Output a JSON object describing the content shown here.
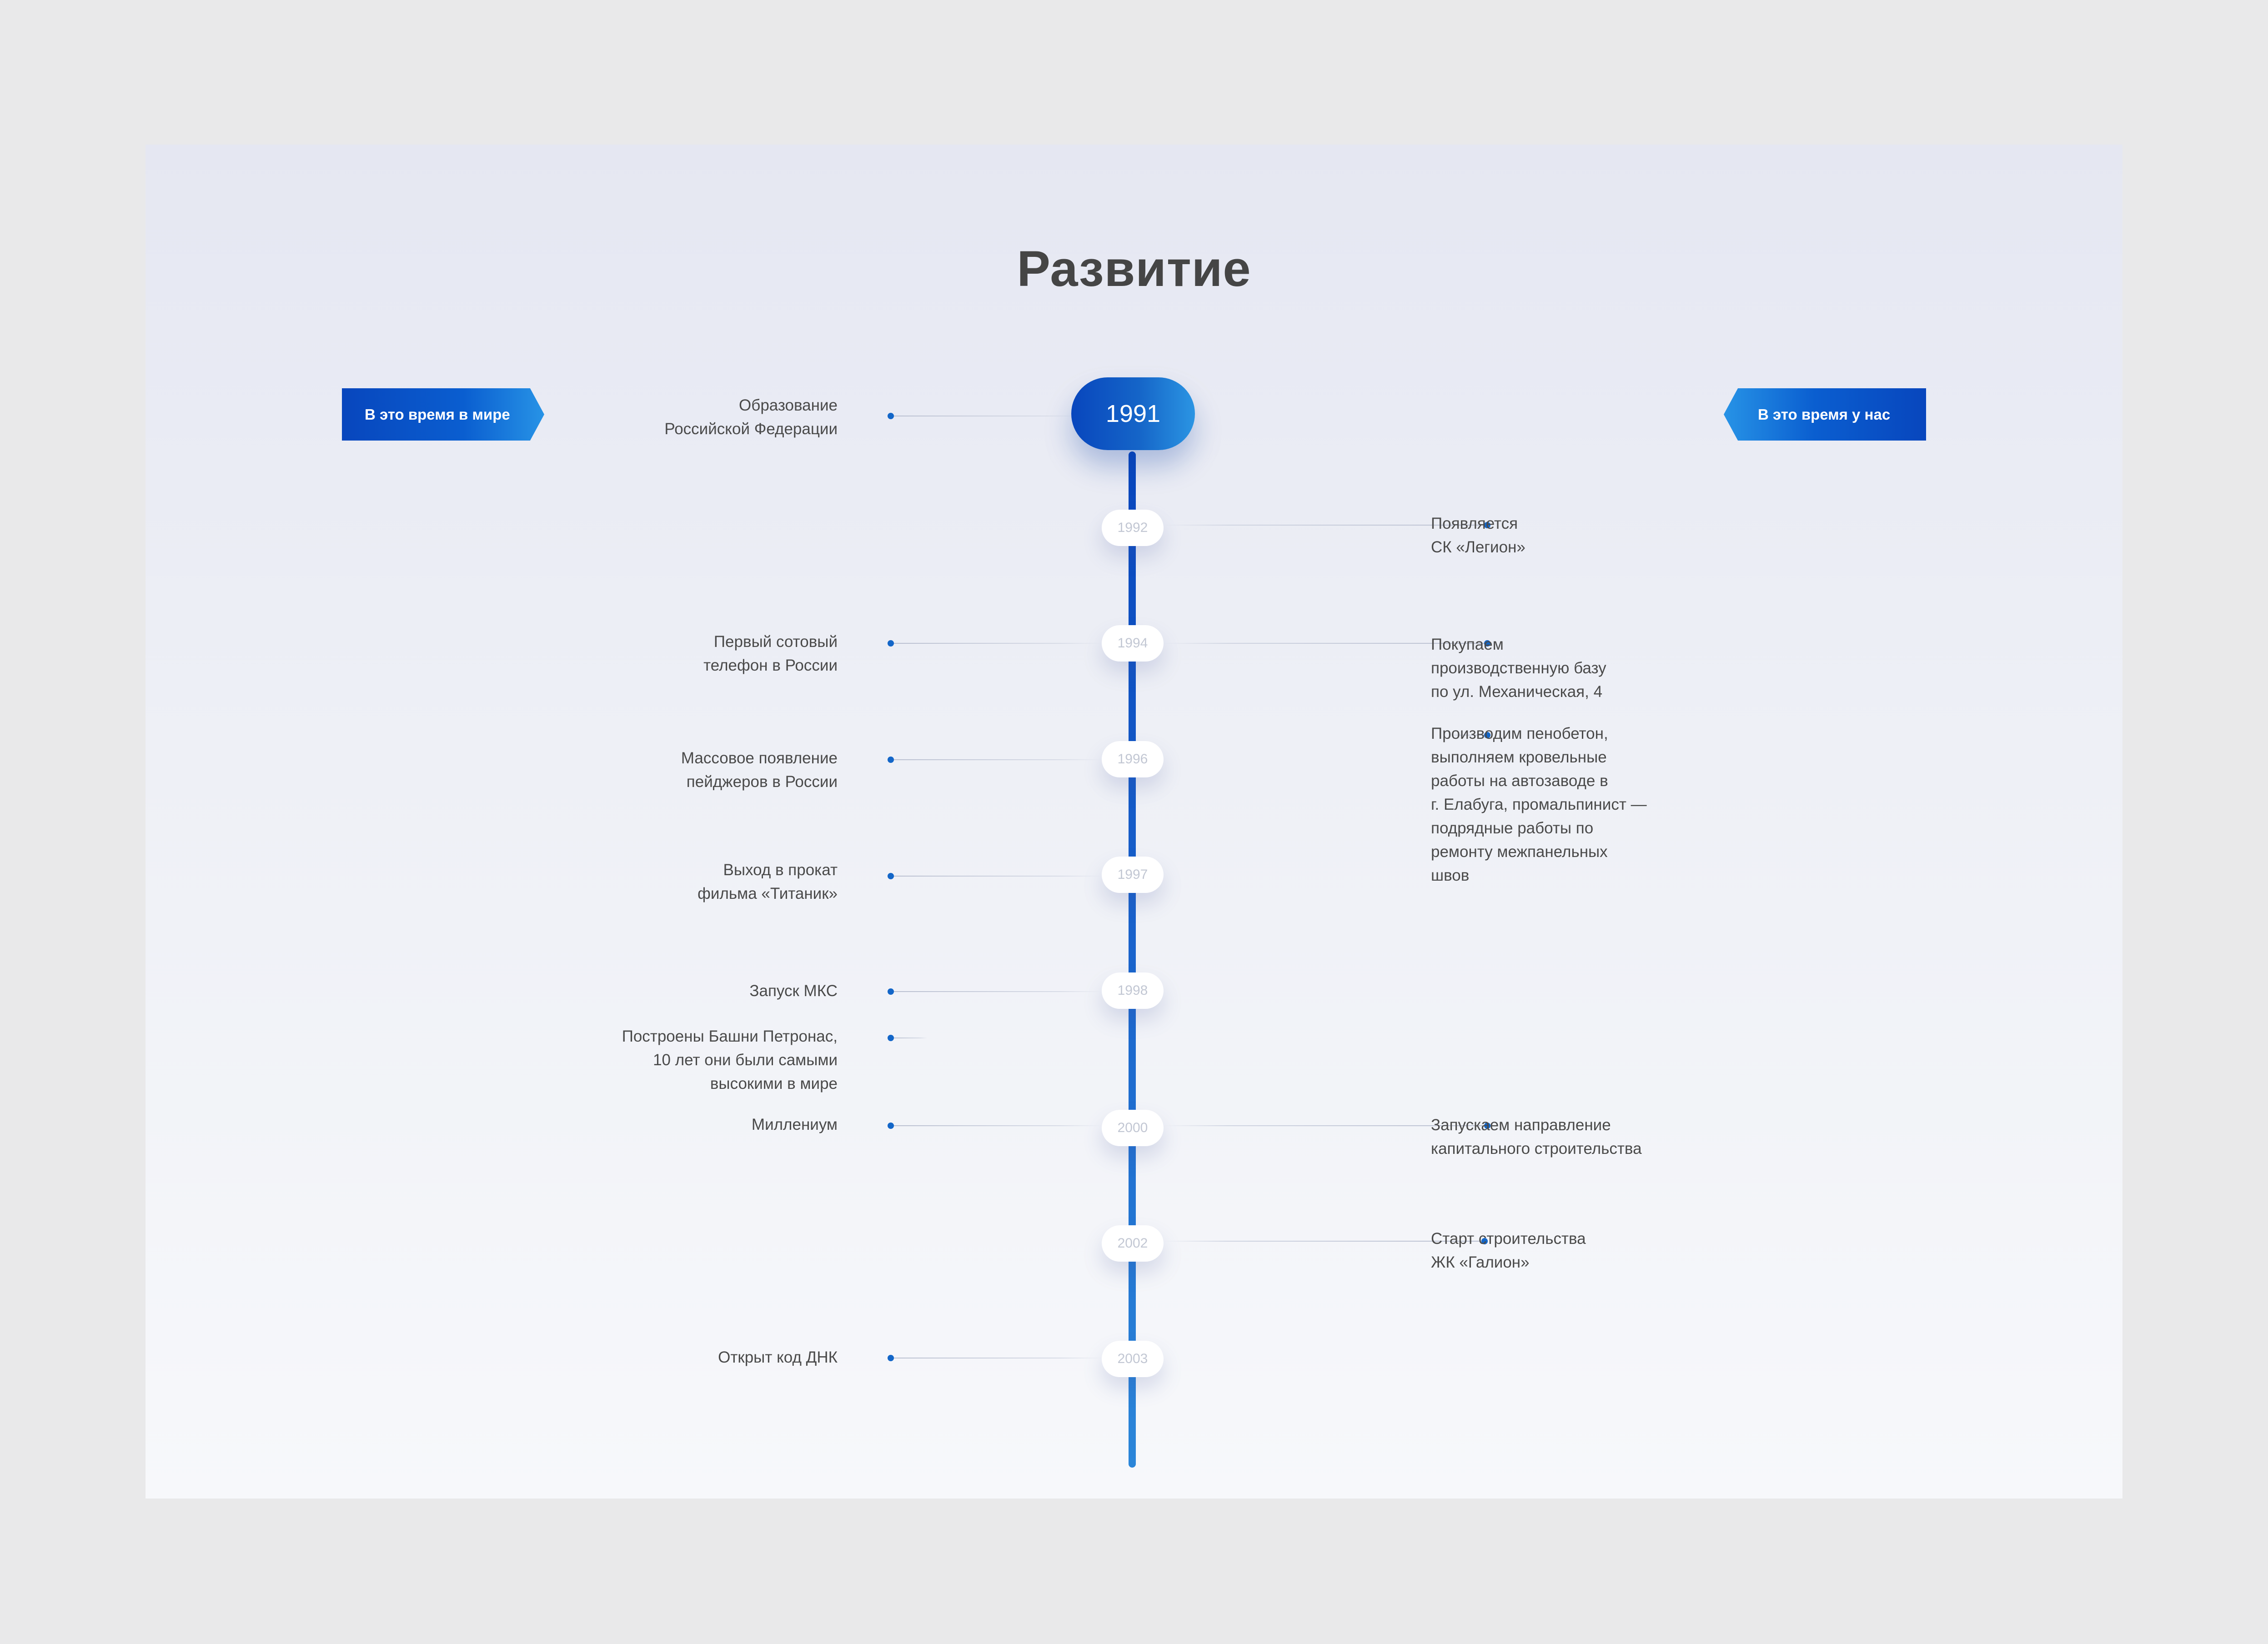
{
  "title": "Развитие",
  "flags": {
    "world": "В это время в мире",
    "us": "В это время у нас"
  },
  "main_year": "1991",
  "years": [
    "1992",
    "1994",
    "1996",
    "1997",
    "1998",
    "2000",
    "2002",
    "2003"
  ],
  "world_events": [
    "Образование\nРоссийской Федерации",
    "Первый сотовый\nтелефон в России",
    "Массовое появление\nпейджеров в России",
    "Выход в прокат\nфильма «Титаник»",
    "Запуск МКС",
    "Построены Башни Петронас,\n10 лет они были самыми\nвысокими в мире",
    "Миллениум",
    "Открыт код ДНК"
  ],
  "company_events": [
    "Появляется\nСК «Легион»",
    "Покупаем\nпроизводственную базу\nпо ул. Механическая, 4",
    "Производим пенобетон,\nвыполняем кровельные\nработы на автозаводе в\nг. Елабуга, промальпинист —\nподрядные работы по\nремонту межпанельных\nшвов",
    "Запускаем направление\nкапитального строительства",
    "Старт строительства\nЖК «Галион»"
  ],
  "colors": {
    "accent": "#0a5ed0",
    "accent_dark": "#0846bd",
    "accent_light": "#2793e6",
    "text": "#4a4a4a",
    "pill_text": "#c2c7d3"
  }
}
